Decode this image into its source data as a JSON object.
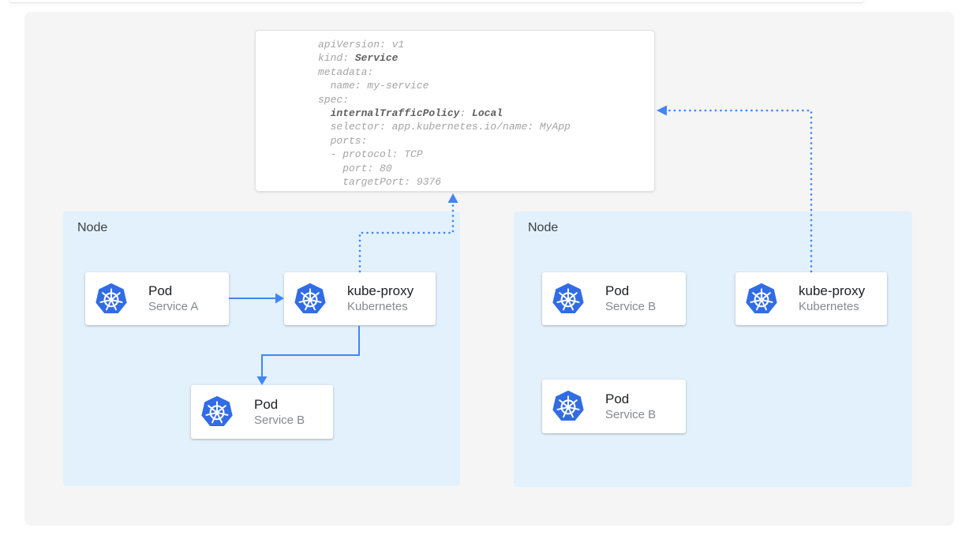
{
  "colors": {
    "canvas_bg": "#f5f5f5",
    "node_bg": "#e3f1fc",
    "arrow_blue": "#4285f4",
    "kubernetes_blue": "#326ce5",
    "code_text": "#a4a4a4",
    "code_bold_text": "#606060",
    "card_title_text": "#202124",
    "card_subtitle_text": "#85898e",
    "node_label_text": "#3c4043"
  },
  "icons": {
    "kubernetes": "blue heptagon containing white ship's-wheel (Kubernetes logo)"
  },
  "yaml_card": {
    "lines": [
      [
        {
          "t": "apiVersion: v1"
        }
      ],
      [
        {
          "t": "kind: "
        },
        {
          "t": "Service",
          "b": true
        }
      ],
      [
        {
          "t": "metadata:"
        }
      ],
      [
        {
          "t": "  name: my-service"
        }
      ],
      [
        {
          "t": "spec:"
        }
      ],
      [
        {
          "t": "  "
        },
        {
          "t": "internalTrafficPolicy",
          "b": true
        },
        {
          "t": ": "
        },
        {
          "t": "Local",
          "b": true
        }
      ],
      [
        {
          "t": "  selector: app.kubernetes.io/name: MyApp"
        }
      ],
      [
        {
          "t": "  ports:"
        }
      ],
      [
        {
          "t": "  - protocol: TCP"
        }
      ],
      [
        {
          "t": "    port: 80"
        }
      ],
      [
        {
          "t": "    targetPort: 9376"
        }
      ]
    ]
  },
  "nodes": [
    {
      "label": "Node",
      "cards": [
        {
          "title": "Pod",
          "subtitle": "Service A"
        },
        {
          "title": "kube-proxy",
          "subtitle": "Kubernetes"
        },
        {
          "title": "Pod",
          "subtitle": "Service B"
        }
      ]
    },
    {
      "label": "Node",
      "cards": [
        {
          "title": "Pod",
          "subtitle": "Service B"
        },
        {
          "title": "kube-proxy",
          "subtitle": "Kubernetes"
        },
        {
          "title": "Pod",
          "subtitle": "Service B"
        }
      ]
    }
  ],
  "connections": [
    {
      "from": "pod-service-a",
      "to": "kube-proxy-left",
      "style": "solid-arrow"
    },
    {
      "from": "kube-proxy-left",
      "to": "pod-service-b-left",
      "style": "solid-arrow"
    },
    {
      "from": "kube-proxy-left",
      "to": "service-yaml-card",
      "style": "dotted-arrow"
    },
    {
      "from": "kube-proxy-right",
      "to": "service-yaml-card",
      "style": "dotted-arrow"
    }
  ]
}
